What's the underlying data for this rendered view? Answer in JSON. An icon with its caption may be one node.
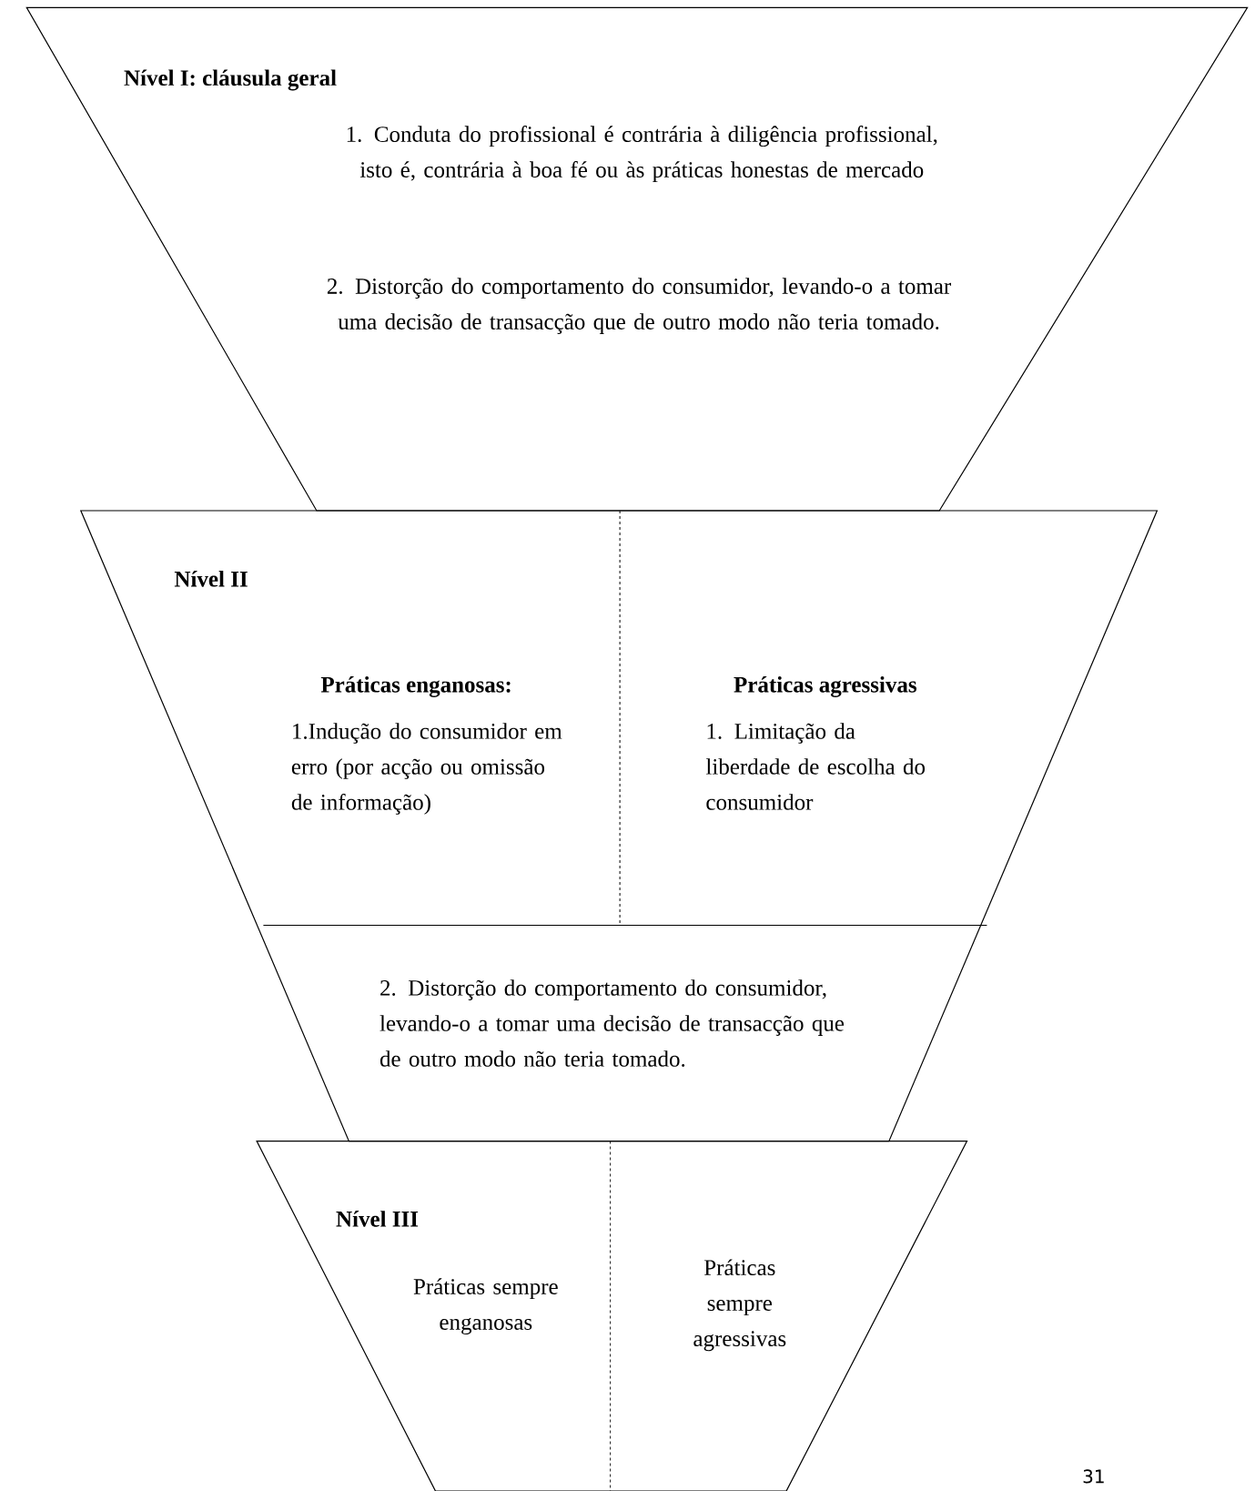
{
  "diagram": {
    "nodes": [
      {
        "text": [
          "Nível I: cláusula geral",
          "1. Conduta do profissional é contrária à diligência profissional, isto é, contrária à boa fé ou às práticas honestas de mercado",
          "2. Distorção do comportamento do consumidor, levando-o a tomar uma decisão de transacção que de outro modo não teria tomado."
        ]
      },
      {
        "text": [
          "Nível II",
          "Práticas enganosas:",
          "1.Indução do consumidor em erro (por acção ou omissão de informação)",
          "Práticas agressivas",
          "1. Limitação da liberdade de escolha do consumidor",
          "2. Distorção do comportamento do consumidor, levando-o a tomar uma decisão de transacção que de outro modo não teria tomado."
        ]
      },
      {
        "text": [
          "Nível III",
          "Práticas sempre enganosas",
          "Práticas sempre agressivas"
        ]
      }
    ],
    "labels": [
      "31"
    ]
  }
}
